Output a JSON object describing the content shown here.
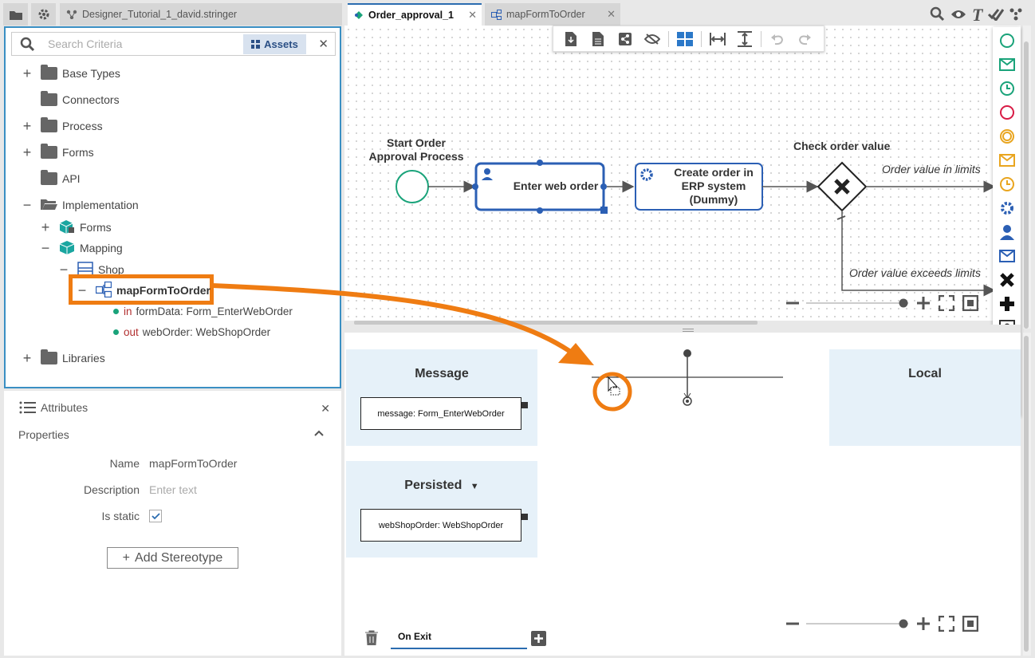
{
  "tabs": {
    "project": "Designer_Tutorial_1_david.stringer",
    "open": [
      {
        "label": "Order_approval_1",
        "active": true
      },
      {
        "label": "mapFormToOrder",
        "active": false
      }
    ]
  },
  "search": {
    "placeholder": "Search Criteria",
    "assets_label": "Assets"
  },
  "tree": {
    "base_types": "Base Types",
    "connectors": "Connectors",
    "process": "Process",
    "forms": "Forms",
    "api": "API",
    "implementation": "Implementation",
    "impl_forms": "Forms",
    "mapping": "Mapping",
    "shop": "Shop",
    "map_form_to_order": "mapFormToOrder",
    "param_in_dir": "in",
    "param_in": "formData: Form_EnterWebOrder",
    "param_out_dir": "out",
    "param_out": "webOrder: WebShopOrder",
    "libraries": "Libraries"
  },
  "attributes": {
    "header": "Attributes",
    "section": "Properties",
    "name_label": "Name",
    "name_value": "mapFormToOrder",
    "description_label": "Description",
    "description_placeholder": "Enter text",
    "is_static_label": "Is static",
    "is_static": true,
    "add_stereotype": "Add Stereotype"
  },
  "process": {
    "start_label_line1": "Start Order",
    "start_label_line2": "Approval Process",
    "task1": "Enter web order",
    "task2_line1": "Create order in",
    "task2_line2": "ERP system",
    "task2_line3": "(Dummy)",
    "gateway_label": "Check order value",
    "flow_in_limits": "Order value in limits",
    "flow_exceeds": "Order value exceeds limits"
  },
  "mapping_editor": {
    "message_title": "Message",
    "message_var": "message: Form_EnterWebOrder",
    "persisted_title": "Persisted",
    "persisted_var": "webShopOrder: WebShopOrder",
    "local_title": "Local",
    "phase_tab": "On Exit"
  },
  "colors": {
    "accent_blue": "#2b5fb4",
    "callout_orange": "#ef7c12",
    "start_green": "#1aa37a",
    "panel_border": "#3a8fc3"
  }
}
